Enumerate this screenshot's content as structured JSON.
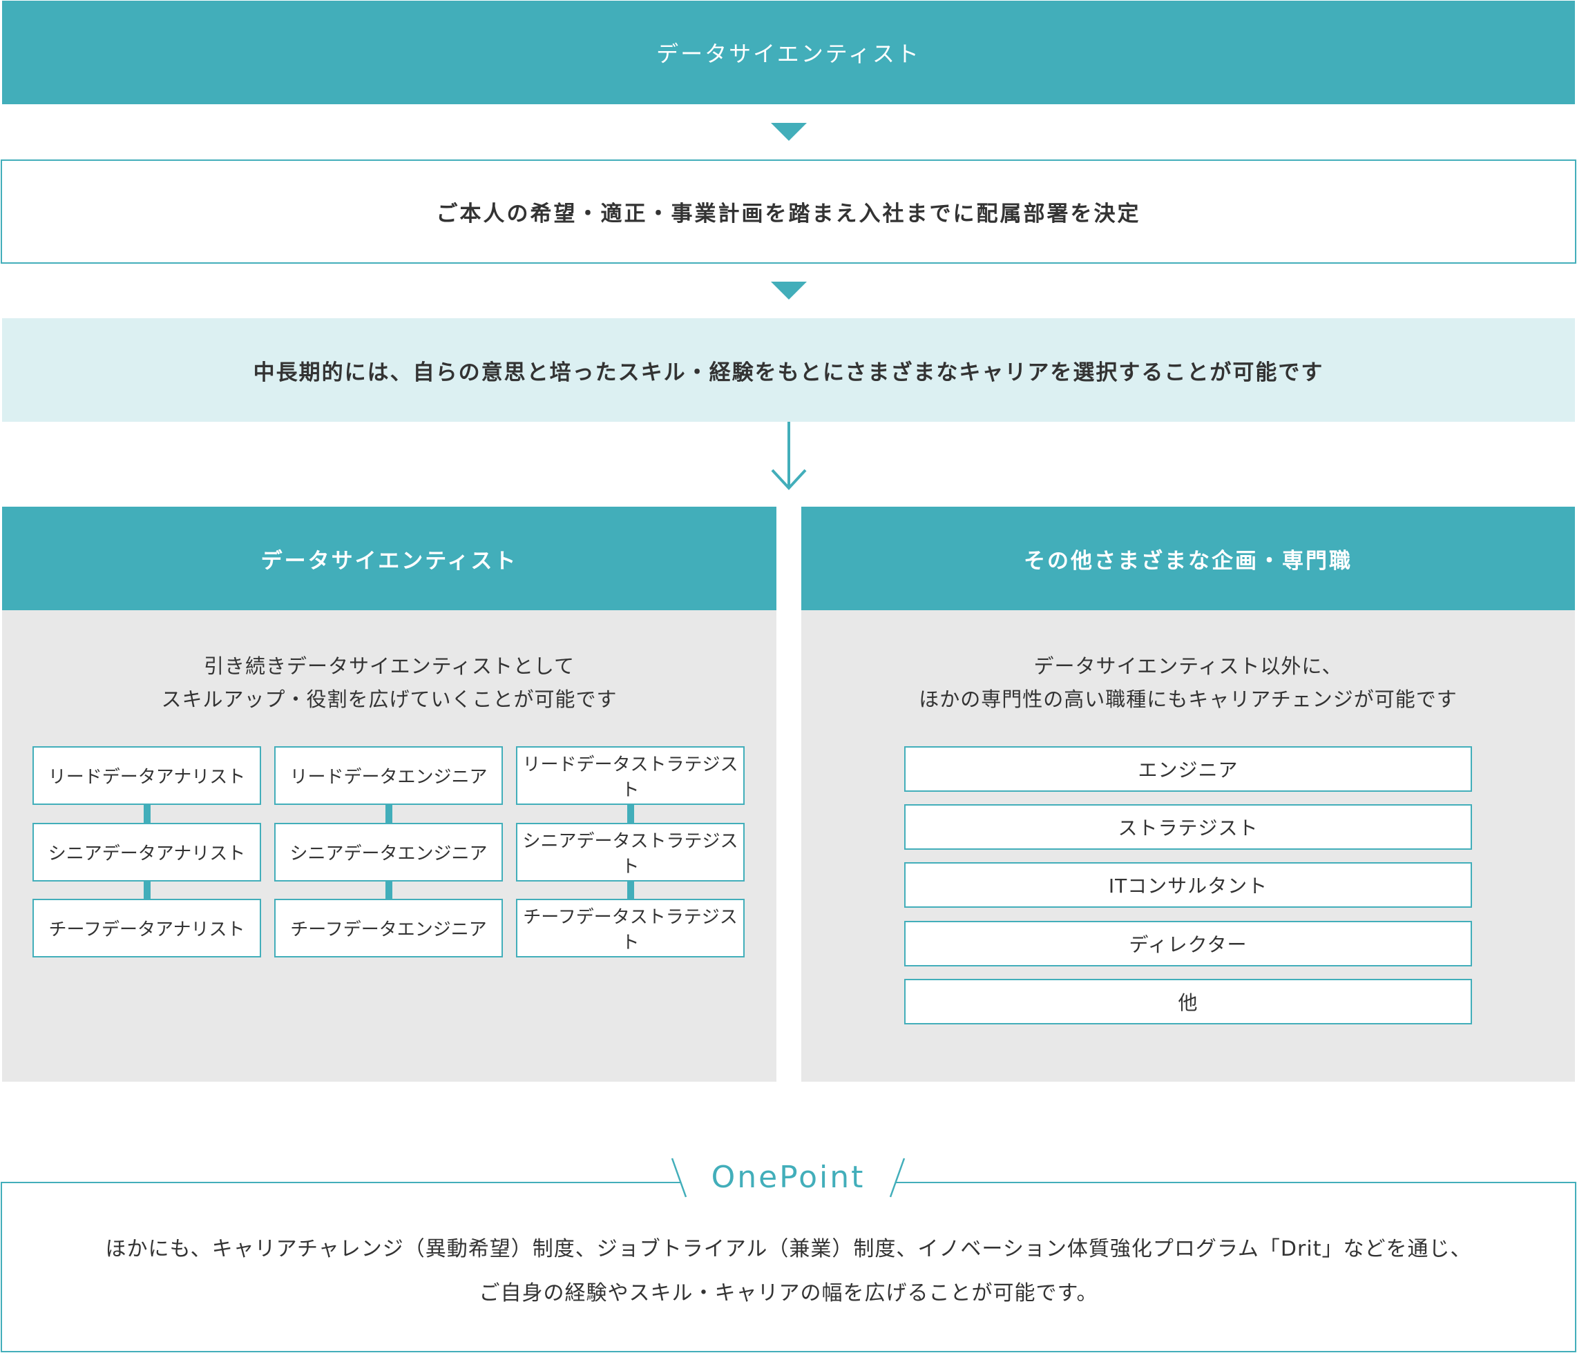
{
  "top_bar": {
    "title": "データサイエンティスト"
  },
  "step2": {
    "text": "ご本人の希望・適正・事業計画を踏まえ入社までに配属部署を決定"
  },
  "step3": {
    "text": "中長期的には、自らの意思と培ったスキル・経験をもとにさまざまなキャリアを選択することが可能です"
  },
  "left_column": {
    "title": "データサイエンティスト",
    "desc_line1": "引き続きデータサイエンティストとして",
    "desc_line2": "スキルアップ・役割を広げていくことが可能です",
    "tracks": [
      {
        "roles": [
          "リードデータアナリスト",
          "シニアデータアナリスト",
          "チーフデータアナリスト"
        ]
      },
      {
        "roles": [
          "リードデータエンジニア",
          "シニアデータエンジニア",
          "チーフデータエンジニア"
        ]
      },
      {
        "roles": [
          "リードデータストラテジスト",
          "シニアデータストラテジスト",
          "チーフデータストラテジスト"
        ]
      }
    ]
  },
  "right_column": {
    "title": "その他さまざまな企画・専門職",
    "desc_line1": "データサイエンティスト以外に、",
    "desc_line2": "ほかの専門性の高い職種にもキャリアチェンジが可能です",
    "items": [
      "エンジニア",
      "ストラテジスト",
      "ITコンサルタント",
      "ディレクター",
      "他"
    ]
  },
  "one_point": {
    "title": "OnePoint",
    "line1": "ほかにも、キャリアチャレンジ（異動希望）制度、ジョブトライアル（兼業）制度、イノベーション体質強化プログラム「Drit」などを通じ、",
    "line2": "ご自身の経験やスキル・キャリアの幅を広げることが可能です。"
  },
  "colors": {
    "accent": "#42aeba",
    "light": "#dcf0f2",
    "panel": "#e8e8e8"
  }
}
